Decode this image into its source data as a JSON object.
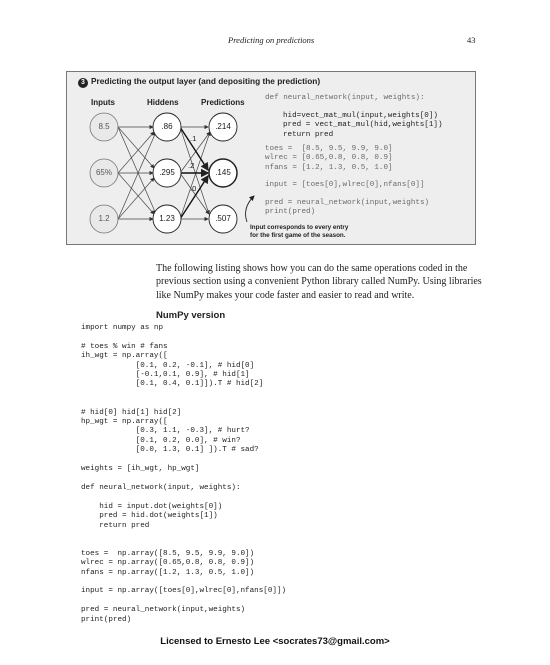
{
  "header": {
    "running_title": "Predicting on predictions",
    "page_number": "43"
  },
  "figure": {
    "number": "3",
    "title": "Predicting the output layer (and depositing the prediction)",
    "columns": {
      "inputs": "Inputs",
      "hiddens": "Hiddens",
      "predictions": "Predictions"
    },
    "inputs": [
      "8.5",
      "65%",
      "1.2"
    ],
    "hiddens": [
      ".86",
      ".295",
      "1.23"
    ],
    "predictions": [
      ".214",
      ".145",
      ".507"
    ],
    "weights": [
      ".1",
      ".2",
      ".0"
    ],
    "code_def": "def neural_network(input, weights):",
    "code_body": "hid=vect_mat_mul(input,weights[0])\npred = vect_mat_mul(hid,weights[1])\nreturn pred",
    "code_data": "toes =  [8.5, 9.5, 9.9, 9.0]\nwlrec = [0.65,0.8, 0.8, 0.9]\nnfans = [1.2, 1.3, 0.5, 1.0]",
    "code_input": "input = [toes[0],wlrec[0],nfans[0]]",
    "code_pred": "pred = neural_network(input,weights)\nprint(pred)",
    "annotation": "Input corresponds to every entry\nfor the first game of the season."
  },
  "paragraph": "The following listing shows how you can do the same operations coded in the previous section using a convenient Python library called NumPy. Using libraries like NumPy makes your code faster and easier to read and write.",
  "section_heading": "NumPy version",
  "listing": "import numpy as np\n\n# toes % win # fans\nih_wgt = np.array([\n            [0.1, 0.2, -0.1], # hid[0]\n            [-0.1,0.1, 0.9], # hid[1]\n            [0.1, 0.4, 0.1]]).T # hid[2]\n\n\n# hid[0] hid[1] hid[2]\nhp_wgt = np.array([\n            [0.3, 1.1, -0.3], # hurt?\n            [0.1, 0.2, 0.0], # win?\n            [0.0, 1.3, 0.1] ]).T # sad?\n\nweights = [ih_wgt, hp_wgt]\n\ndef neural_network(input, weights):\n\n    hid = input.dot(weights[0])\n    pred = hid.dot(weights[1])\n    return pred\n\n\ntoes =  np.array([8.5, 9.5, 9.9, 9.0])\nwlrec = np.array([0.65,0.8, 0.8, 0.9])\nnfans = np.array([1.2, 1.3, 0.5, 1.0])\n\ninput = np.array([toes[0],wlrec[0],nfans[0]])\n\npred = neural_network(input,weights)\nprint(pred)",
  "footer": "Licensed to Ernesto Lee <socrates73@gmail.com>"
}
